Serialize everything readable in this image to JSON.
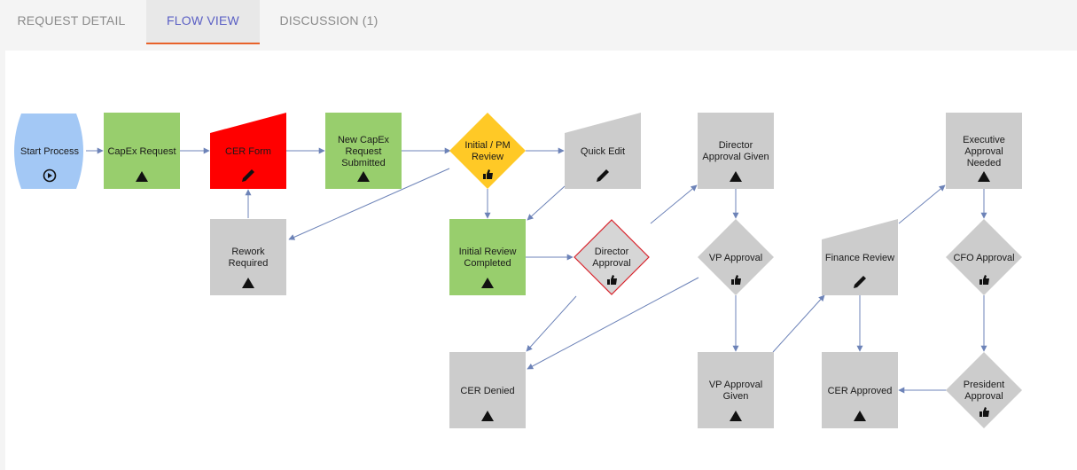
{
  "tabs": [
    {
      "label": "REQUEST DETAIL",
      "active": false
    },
    {
      "label": "FLOW VIEW",
      "active": true
    },
    {
      "label": "DISCUSSION (1)",
      "active": false
    }
  ],
  "colors": {
    "accent_tab_text": "#5a5fc4",
    "accent_underline": "#e8622a",
    "start_node": "#a3c8f5",
    "completed_step": "#98ce6d",
    "current_step": "#ff0000",
    "pending_decision": "#ffc926",
    "inactive_step": "#cccccc",
    "rejected_decision_border": "#d9232b",
    "connector": "#6d83b8"
  },
  "nodes": {
    "start": {
      "lines": [
        "Start Process"
      ],
      "icon": "play-circle-icon"
    },
    "capex_request": {
      "lines": [
        "CapEx Request"
      ],
      "icon": "triangle-icon"
    },
    "cer_form": {
      "lines": [
        "CER Form"
      ],
      "icon": "pencil-icon"
    },
    "new_capex": {
      "lines": [
        "New CapEx",
        "Request",
        "Submitted"
      ],
      "icon": "triangle-icon"
    },
    "initial_pm_review": {
      "lines": [
        "Initial / PM",
        "Review"
      ],
      "icon": "thumbs-up-icon"
    },
    "quick_edit": {
      "lines": [
        "Quick Edit"
      ],
      "icon": "pencil-icon"
    },
    "director_approval_given": {
      "lines": [
        "Director",
        "Approval Given"
      ],
      "icon": "triangle-icon"
    },
    "executive_approval_needed": {
      "lines": [
        "Executive",
        "Approval",
        "Needed"
      ],
      "icon": "triangle-icon"
    },
    "rework_required": {
      "lines": [
        "Rework",
        "Required"
      ],
      "icon": "triangle-icon"
    },
    "initial_review_completed": {
      "lines": [
        "Initial Review",
        "Completed"
      ],
      "icon": "triangle-icon"
    },
    "director_approval": {
      "lines": [
        "Director",
        "Approval"
      ],
      "icon": "thumbs-up-icon"
    },
    "vp_approval": {
      "lines": [
        "VP Approval"
      ],
      "icon": "thumbs-up-icon"
    },
    "finance_review": {
      "lines": [
        "Finance Review"
      ],
      "icon": "pencil-icon"
    },
    "cfo_approval": {
      "lines": [
        "CFO Approval"
      ],
      "icon": "thumbs-up-icon"
    },
    "cer_denied": {
      "lines": [
        "CER Denied"
      ],
      "icon": "triangle-icon"
    },
    "vp_approval_given": {
      "lines": [
        "VP Approval",
        "Given"
      ],
      "icon": "triangle-icon"
    },
    "cer_approved": {
      "lines": [
        "CER Approved"
      ],
      "icon": "triangle-icon"
    },
    "president_approval": {
      "lines": [
        "President",
        "Approval"
      ],
      "icon": "thumbs-up-icon"
    }
  }
}
